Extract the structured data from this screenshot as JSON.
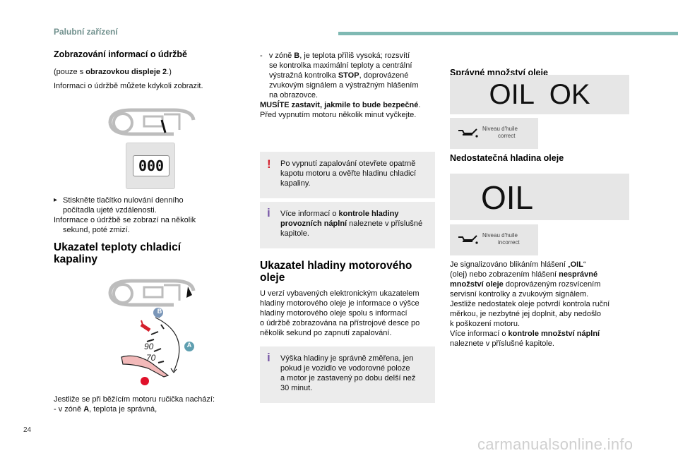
{
  "header": {
    "title": "Palubní zařízení"
  },
  "page_number": "24",
  "watermark": "carmanualsonline.info",
  "colors": {
    "accent": "#7fb9b3",
    "warning": "#d41f2c",
    "info": "#7a5aa8"
  },
  "col1": {
    "heading": "Zobrazování informací o údržbě",
    "note_prefix": "(pouze s ",
    "note_bold": "obrazovkou displeje 2",
    "note_suffix": ".)",
    "intro": "Informaci o údržbě můžete kdykoli zobrazit.",
    "display_digits": "000",
    "step_line1": "Stiskněte tlačítko nulování denního",
    "step_line2": "počítadla ujeté vzdálenosti.",
    "after_line1": "Informace o údržbě se zobrazí na několik",
    "after_line2": "sekund, poté zmizí.",
    "heading2_line1": "Ukazatel teploty chladicí",
    "heading2_line2": "kapaliny",
    "gauge_label_b": "B",
    "gauge_label_a": "A",
    "gauge_90": "90",
    "gauge_70": "70",
    "bottom_line1": "Jestliže se při běžícím motoru ručička nachází:",
    "bottom_line2_pre": "-   v zóně ",
    "bottom_line2_bold": "A",
    "bottom_line2_post": ", teplota je správná,"
  },
  "col2": {
    "l1_pre": "-   v zóně ",
    "l1_bold": "B",
    "l1_post": ", je teplota příliš vysoká; rozsvítí",
    "l2": "se kontrolka maximální teploty a centrální",
    "l3_pre": "výstražná kontrolka ",
    "l3_bold": "STOP",
    "l3_post": ", doprovázené",
    "l4": "zvukovým signálem a výstražným hlášením",
    "l5": "na obrazovce.",
    "l6_bold": "MUSÍTE zastavit, jakmile to bude bezpečné",
    "l6_post": ".",
    "l7": "Před vypnutím motoru několik minut vyčkejte.",
    "warn_l1": "Po vypnutí zapalování otevřete opatrně",
    "warn_l2": "kapotu motoru a ověřte hladinu chladicí",
    "warn_l3": "kapaliny.",
    "warn_mark": "!",
    "info1_l1_pre": "Více informací o ",
    "info1_l1_bold": "kontrole hladiny",
    "info1_l2_bold": "provozních náplní",
    "info1_l2_post": " naleznete v příslušné",
    "info1_l3": "kapitole.",
    "info_mark": "i",
    "heading_l1": "Ukazatel hladiny motorového",
    "heading_l2": "oleje",
    "body_l1": "U verzí vybavených elektronickým ukazatelem",
    "body_l2": "hladiny motorového oleje je informace o výšce",
    "body_l3": "hladiny motorového oleje spolu s informací",
    "body_l4": "o údržbě zobrazována na přístrojové desce po",
    "body_l5": "několik sekund po zapnutí zapalování.",
    "info2_l1": "Výška hladiny je správně změřena, jen",
    "info2_l2": "pokud je vozidlo ve vodorovné poloze",
    "info2_l3": "a motor je zastavený po dobu delší než",
    "info2_l4": "30 minut."
  },
  "col3": {
    "heading1": "Správné množství oleje",
    "oil_ok": "OIL  OK",
    "level_ok_l1": "Niveau d'huile",
    "level_ok_l2": "correct",
    "heading2": "Nedostatečná hladina oleje",
    "oil": "OIL",
    "level_bad_l1": "Niveau d'huile",
    "level_bad_l2": "incorrect",
    "t1_pre": "Je signalizováno blikáním hlášení „",
    "t1_bold": "OIL",
    "t1_post": "“",
    "t2_pre": "(olej) nebo zobrazením hlášení ",
    "t2_bold": "nesprávné",
    "t3_bold": "množství oleje",
    "t3_post": " doprovázeným rozsvícením",
    "t4": "servisní kontrolky a zvukovým signálem.",
    "t5": "Jestliže nedostatek oleje potvrdí kontrola ruční",
    "t6": "měrkou, je nezbytné jej doplnit, aby nedošlo",
    "t7": "k poškození motoru.",
    "t8_pre": "Více informací o ",
    "t8_bold": "kontrole množství náplní",
    "t9": "naleznete v příslušné kapitole."
  }
}
